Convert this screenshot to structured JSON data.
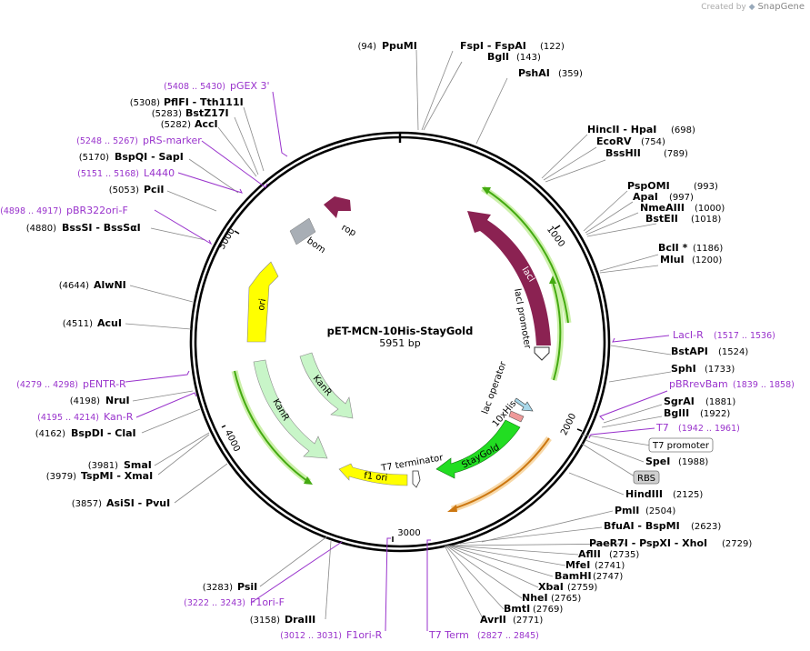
{
  "header": {
    "created_by": "Created by",
    "brand": "SnapGene"
  },
  "plasmid": {
    "name": "pET-MCN-10His-StayGold",
    "length": "5951 bp",
    "length_bp": 5951
  },
  "ticks": [
    "1000",
    "2000",
    "3000",
    "4000",
    "5000"
  ],
  "sites_right": [
    {
      "pos": "(94)",
      "name": "PpuMI"
    },
    {
      "pos": "(122)",
      "name": "FspI - FspAI"
    },
    {
      "pos": "(143)",
      "name": "BglI"
    },
    {
      "pos": "(359)",
      "name": "PshAI"
    },
    {
      "pos": "(698)",
      "name": "HincII - HpaI"
    },
    {
      "pos": "(754)",
      "name": "EcoRV"
    },
    {
      "pos": "(789)",
      "name": "BssHII"
    },
    {
      "pos": "(993)",
      "name": "PspOMI"
    },
    {
      "pos": "(997)",
      "name": "ApaI"
    },
    {
      "pos": "(1000)",
      "name": "NmeAIII"
    },
    {
      "pos": "(1018)",
      "name": "BstEII"
    },
    {
      "pos": "(1186)",
      "name": "BclI *"
    },
    {
      "pos": "(1200)",
      "name": "MluI"
    },
    {
      "pos": "(1524)",
      "name": "BstAPI"
    },
    {
      "pos": "(1733)",
      "name": "SphI"
    },
    {
      "pos": "(1881)",
      "name": "SgrAI"
    },
    {
      "pos": "(1922)",
      "name": "BglII"
    },
    {
      "pos": "(1988)",
      "name": "SpeI"
    },
    {
      "pos": "(2125)",
      "name": "HindIII"
    },
    {
      "pos": "(2504)",
      "name": "PmlI"
    },
    {
      "pos": "(2623)",
      "name": "BfuAI - BspMI"
    },
    {
      "pos": "(2729)",
      "name": "PaeR7I - PspXI - XhoI"
    },
    {
      "pos": "(2735)",
      "name": "AflII"
    },
    {
      "pos": "(2741)",
      "name": "MfeI"
    },
    {
      "pos": "(2747)",
      "name": "BamHI"
    },
    {
      "pos": "(2759)",
      "name": "XbaI"
    },
    {
      "pos": "(2765)",
      "name": "NheI"
    },
    {
      "pos": "(2769)",
      "name": "BmtI"
    },
    {
      "pos": "(2771)",
      "name": "AvrII"
    }
  ],
  "sites_left": [
    {
      "pos": "(5308)",
      "name": "PflFI - Tth111I"
    },
    {
      "pos": "(5283)",
      "name": "BstZ17I"
    },
    {
      "pos": "(5282)",
      "name": "AccI"
    },
    {
      "pos": "(5170)",
      "name": "BspQI - SapI"
    },
    {
      "pos": "(5053)",
      "name": "PciI"
    },
    {
      "pos": "(4880)",
      "name": "BssSI - BssSαI"
    },
    {
      "pos": "(4644)",
      "name": "AlwNI"
    },
    {
      "pos": "(4511)",
      "name": "AcuI"
    },
    {
      "pos": "(4198)",
      "name": "NruI"
    },
    {
      "pos": "(4162)",
      "name": "BspDI - ClaI"
    },
    {
      "pos": "(3981)",
      "name": "SmaI"
    },
    {
      "pos": "(3979)",
      "name": "TspMI - XmaI"
    },
    {
      "pos": "(3857)",
      "name": "AsiSI - PvuI"
    },
    {
      "pos": "(3283)",
      "name": "PsiI"
    },
    {
      "pos": "(3158)",
      "name": "DraIII"
    }
  ],
  "primers": [
    {
      "range": "(5408 .. 5430)",
      "name": "pGEX 3'"
    },
    {
      "range": "(5248 .. 5267)",
      "name": "pRS-marker"
    },
    {
      "range": "(5151 .. 5168)",
      "name": "L4440"
    },
    {
      "range": "(4898 .. 4917)",
      "name": "pBR322ori-F"
    },
    {
      "range": "(4279 .. 4298)",
      "name": "pENTR-R"
    },
    {
      "range": "(4195 .. 4214)",
      "name": "Kan-R"
    },
    {
      "range": "(1517 .. 1536)",
      "name": "LacI-R"
    },
    {
      "range": "(1839 .. 1858)",
      "name": "pBRrevBam"
    },
    {
      "range": "(1942 .. 1961)",
      "name": "T7"
    },
    {
      "range": "(3222 .. 3243)",
      "name": "F1ori-F"
    },
    {
      "range": "(3012 .. 3031)",
      "name": "F1ori-R"
    },
    {
      "range": "(2827 .. 2845)",
      "name": "T7 Term"
    }
  ],
  "boxed_labels": {
    "t7_promoter": "T7 promoter",
    "rbs": "RBS"
  },
  "features": {
    "rop": "rop",
    "bom": "bom",
    "ori": "ori",
    "laci": "lacI",
    "laci_promoter": "lacI promoter",
    "kanr_outer": "KanR",
    "kanr_inner": "KanR",
    "lac_operator": "lac operator",
    "his": "10xHis",
    "staygold": "StayGold",
    "t7_terminator": "T7 terminator",
    "f1_ori": "f1 ori"
  },
  "colors": {
    "laci": "#8b2252",
    "rop": "#8b2252",
    "ori": "#ffff00",
    "f1_ori": "#ffff00",
    "kanr": "#c8f5c8",
    "staygold": "#22dd22",
    "bom": "#a8aeb5",
    "primer": "#9933cc",
    "orf_green": "#44aa11",
    "orf_orange": "#cc7711"
  }
}
